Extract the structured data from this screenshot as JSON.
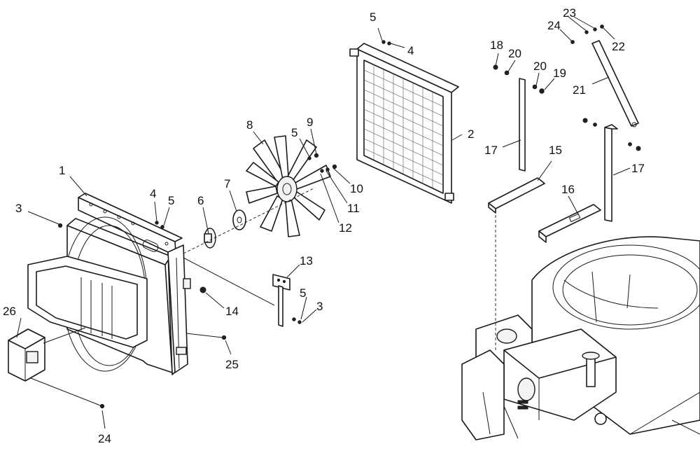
{
  "diagram": {
    "callouts": [
      {
        "id": "c1",
        "text": "1"
      },
      {
        "id": "c2",
        "text": "2"
      },
      {
        "id": "c3a",
        "text": "3"
      },
      {
        "id": "c3b",
        "text": "3"
      },
      {
        "id": "c4a",
        "text": "4"
      },
      {
        "id": "c4b",
        "text": "4"
      },
      {
        "id": "c5a",
        "text": "5"
      },
      {
        "id": "c5b",
        "text": "5"
      },
      {
        "id": "c5c",
        "text": "5"
      },
      {
        "id": "c5d",
        "text": "5"
      },
      {
        "id": "c6",
        "text": "6"
      },
      {
        "id": "c7",
        "text": "7"
      },
      {
        "id": "c8",
        "text": "8"
      },
      {
        "id": "c9",
        "text": "9"
      },
      {
        "id": "c10",
        "text": "10"
      },
      {
        "id": "c11",
        "text": "11"
      },
      {
        "id": "c12",
        "text": "12"
      },
      {
        "id": "c13",
        "text": "13"
      },
      {
        "id": "c14",
        "text": "14"
      },
      {
        "id": "c15",
        "text": "15"
      },
      {
        "id": "c16",
        "text": "16"
      },
      {
        "id": "c17a",
        "text": "17"
      },
      {
        "id": "c17b",
        "text": "17"
      },
      {
        "id": "c18",
        "text": "18"
      },
      {
        "id": "c19",
        "text": "19"
      },
      {
        "id": "c20a",
        "text": "20"
      },
      {
        "id": "c20b",
        "text": "20"
      },
      {
        "id": "c21",
        "text": "21"
      },
      {
        "id": "c22",
        "text": "22"
      },
      {
        "id": "c23",
        "text": "23"
      },
      {
        "id": "c24a",
        "text": "24"
      },
      {
        "id": "c24b",
        "text": "24"
      },
      {
        "id": "c25",
        "text": "25"
      },
      {
        "id": "c26",
        "text": "26"
      }
    ]
  }
}
